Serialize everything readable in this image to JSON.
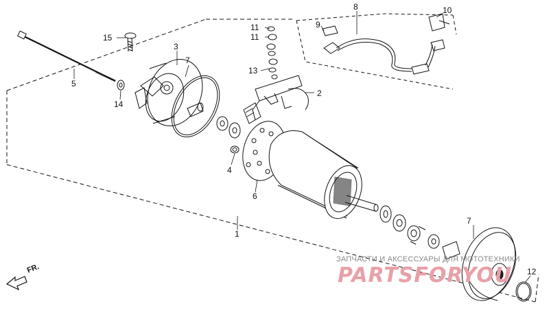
{
  "diagram": {
    "callouts": {
      "c1": "1",
      "c2": "2",
      "c3": "3",
      "c4": "4",
      "c5": "5",
      "c6": "6",
      "c7a": "7",
      "c7b": "7",
      "c8": "8",
      "c9": "9",
      "c10": "10",
      "c11a": "11",
      "c11b": "11",
      "c12": "12",
      "c13": "13",
      "c14": "14",
      "c15": "15"
    },
    "direction_label": "FR.",
    "watermark_text": "ЗАПЧАСТИ И АКСЕССУАРЫ ДЛЯ МОТОТЕХНИКИ",
    "watermark_logo": "PARTSFORYOU"
  },
  "colors": {
    "line": "#111111",
    "watermark_logo": "#e8a0a8",
    "watermark_text": "#8a8a8a"
  }
}
